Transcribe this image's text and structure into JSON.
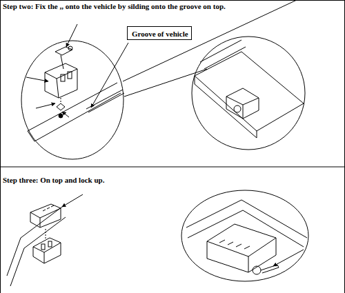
{
  "diagram": {
    "nodes": [
      {
        "text": [
          "Groove of vehicle"
        ]
      }
    ],
    "labels": [
      "Step two: Fix the ,, onto the vehicle by silding onto the groove on top.",
      "Step three: On top and lock up."
    ]
  }
}
